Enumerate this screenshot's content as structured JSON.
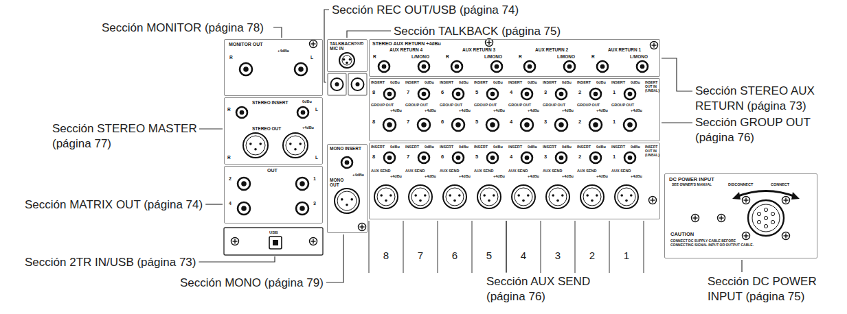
{
  "diagram": {
    "nodes": [
      {
        "text": [
          "MONITOR OUT"
        ]
      },
      {
        "text": [
          "TALKBACK MIC IN"
        ]
      },
      {
        "text": [
          "STEREO AUX RETURN +4dBu"
        ]
      },
      {
        "text": [
          "STEREO INSERT",
          "STEREO OUT"
        ]
      },
      {
        "text": [
          "INSERT OUT IN (UNBAL)"
        ]
      },
      {
        "text": [
          "OUT"
        ]
      },
      {
        "text": [
          "MONO INSERT",
          "MONO OUT"
        ]
      },
      {
        "text": [
          "INSERT OUT IN (UNBAL)"
        ]
      },
      {
        "text": [
          "DC POWER INPUT",
          "SEE OWNER'S MANUAL",
          "CAUTION",
          "CONNECT DC SUPPLY CABLE BEFORE CONNECTING SIGNAL INPUT OR OUTPUT CABLE."
        ]
      }
    ],
    "labels": [
      "Sección REC OUT/USB (página 74)",
      "Sección MONITOR (página 78)",
      "Sección TALKBACK (página 75)",
      "Sección STEREO AUX RETURN (página 73)",
      "Sección STEREO MASTER (página 77)",
      "Sección GROUP OUT (página 76)",
      "Sección MATRIX OUT (página 74)",
      "Sección 2TR IN/USB (página 73)",
      "Sección MONO (página 79)",
      "Sección AUX SEND (página 76)",
      "Sección DC POWER INPUT (página 75)",
      "+4dBu",
      "R",
      "L",
      "-50dB",
      "AUX RETURN 4",
      "R",
      "L/MONO",
      "AUX RETURN 3",
      "R",
      "L/MONO",
      "AUX RETURN 2",
      "R",
      "L/MONO",
      "AUX RETURN 1",
      "R",
      "L/MONO",
      "0dBu",
      "R",
      "L",
      "+4dBu",
      "R",
      "L",
      "INSERT",
      "0dBu",
      "8",
      "GROUP OUT",
      "+4dBu",
      "8",
      "INSERT",
      "0dBu",
      "7",
      "GROUP OUT",
      "+4dBu",
      "7",
      "INSERT",
      "0dBu",
      "6",
      "GROUP OUT",
      "+4dBu",
      "6",
      "INSERT",
      "0dBu",
      "5",
      "GROUP OUT",
      "+4dBu",
      "5",
      "INSERT",
      "0dBu",
      "4",
      "GROUP OUT",
      "+4dBu",
      "4",
      "INSERT",
      "0dBu",
      "3",
      "GROUP OUT",
      "+4dBu",
      "3",
      "INSERT",
      "0dBu",
      "2",
      "GROUP OUT",
      "+4dBu",
      "2",
      "INSERT",
      "0dBu",
      "1",
      "GROUP OUT",
      "+4dBu",
      "1",
      "2",
      "1",
      "4",
      "3",
      "+4dBu",
      "INSERT",
      "0dBu",
      "8",
      "AUX SEND",
      "+4dBu",
      "INSERT",
      "0dBu",
      "7",
      "AUX SEND",
      "+4dBu",
      "INSERT",
      "0dBu",
      "6",
      "AUX SEND",
      "+4dBu",
      "INSERT",
      "0dBu",
      "5",
      "AUX SEND",
      "+4dBu",
      "INSERT",
      "0dBu",
      "4",
      "AUX SEND",
      "+4dBu",
      "INSERT",
      "0dBu",
      "3",
      "AUX SEND",
      "+4dBu",
      "INSERT",
      "0dBu",
      "2",
      "AUX SEND",
      "+4dBu",
      "INSERT",
      "0dBu",
      "1",
      "AUX SEND",
      "+4dBu",
      "8",
      "7",
      "6",
      "5",
      "4",
      "3",
      "2",
      "1",
      "USB",
      "DISCONNECT",
      "CONNECT"
    ]
  }
}
